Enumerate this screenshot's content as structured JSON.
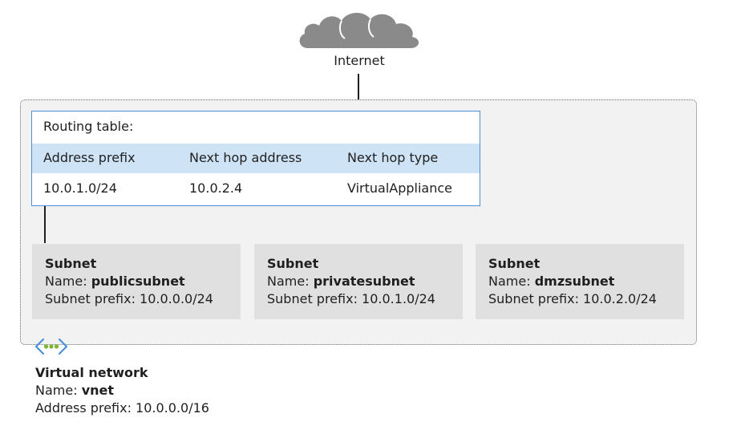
{
  "internet": {
    "label": "Internet",
    "icon": "cloud-icon"
  },
  "routing_table": {
    "title": "Routing table:",
    "columns": [
      "Address prefix",
      "Next hop address",
      "Next hop type"
    ],
    "rows": [
      [
        "10.0.1.0/24",
        "10.0.2.4",
        "VirtualAppliance"
      ]
    ]
  },
  "subnets": [
    {
      "heading": "Subnet",
      "name_label": "Name: ",
      "name": "publicsubnet",
      "prefix": "Subnet prefix: 10.0.0.0/24"
    },
    {
      "heading": "Subnet",
      "name_label": "Name: ",
      "name": "privatesubnet",
      "prefix": "Subnet prefix: 10.0.1.0/24"
    },
    {
      "heading": "Subnet",
      "name_label": "Name: ",
      "name": "dmzsubnet",
      "prefix": "Subnet prefix: 10.0.2.0/24"
    }
  ],
  "vnet": {
    "heading": "Virtual network",
    "name_label": "Name: ",
    "name": "vnet",
    "prefix": "Address prefix: 10.0.0.0/16",
    "icon": "virtual-network-icon"
  },
  "colors": {
    "cloud": "#8a8a8a",
    "table_border": "#4a90d9",
    "table_header": "#cfe3f7",
    "subnet_fill": "#e0e0e0",
    "vnet_fill": "#f2f2f2",
    "vnet_icon_bracket": "#4a90d9",
    "vnet_icon_dots": "#7cb82f"
  }
}
